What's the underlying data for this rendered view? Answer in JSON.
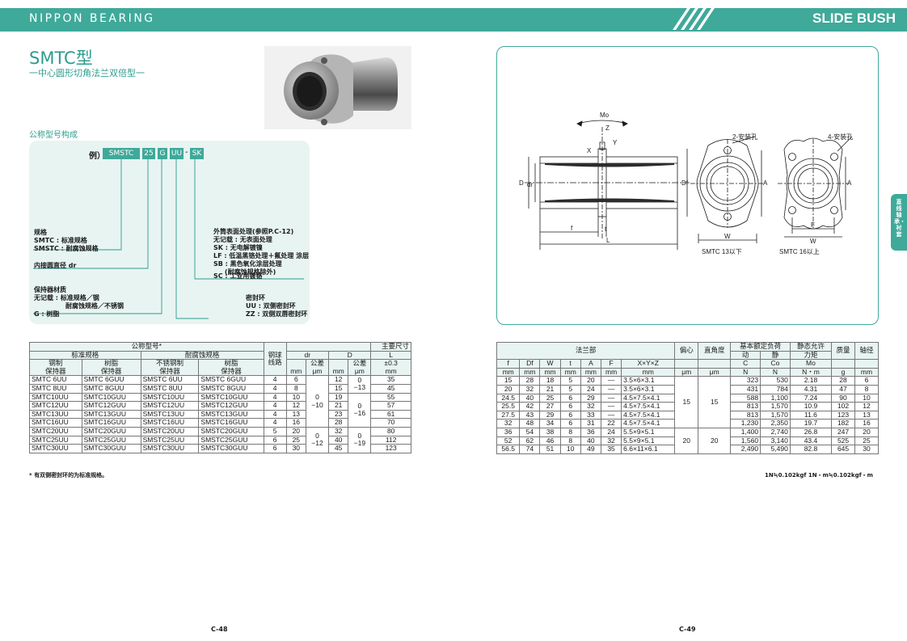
{
  "header": {
    "brand": "NIPPON BEARING",
    "category": "SLIDE BUSH"
  },
  "product": {
    "title": "SMTC型",
    "subtitle": "一中心圆形切角法兰双倍型一"
  },
  "designation": {
    "section_label": "公称型号构成",
    "example_label": "例）",
    "codes": [
      "SMSTC",
      "25",
      "G",
      "UU",
      "SK"
    ],
    "dash": "-",
    "spec_lines": [
      "规格",
      "SMTC : 标准规格",
      "SMSTC : 耐腐蚀规格"
    ],
    "inner_dia": "内接圆直径 dr",
    "retainer_lines": [
      "保持器材质",
      "无记载 : 标准规格／钢",
      "              耐腐蚀规格／不锈钢",
      "G : 树脂"
    ],
    "surface_lines": [
      "外筒表面处理(参照P.C-12)",
      "无记载 : 无表面处理",
      "SK : 无电解镀镍",
      "LF : 低温黑铬处理＋氟处理 涂层",
      "SB : 黑色氧化涂层处理",
      "     (耐腐蚀规格除外)"
    ],
    "sc_line": "SC : 工业用镀铬",
    "seal_lines": [
      "密封环",
      "UU : 双侧密封环",
      "ZZ : 双侧双唇密封环"
    ]
  },
  "drawing": {
    "mo": "Mo",
    "z": "Z",
    "x": "X",
    "y": "Y",
    "d": "D",
    "dr": "dr",
    "df": "Df",
    "f": "f",
    "t": "t",
    "l": "L",
    "a": "A",
    "w": "W",
    "ff": "F",
    "hole2": "2-安装孔",
    "hole4": "4-安装孔",
    "caption13": "SMTC 13以下",
    "caption16": "SMTC 16以上"
  },
  "side_tab": "直线轴承・衬套",
  "left_table": {
    "head": {
      "model": "公称型号*",
      "std": "标准规格",
      "corr": "耐腐蚀规格",
      "steel": "钢制",
      "resin": "树脂",
      "stainless": "不锈钢制",
      "resin2": "树脂",
      "retainer": "保持器",
      "balls": "钢球",
      "rows": "线路",
      "dr": "dr",
      "dd": "D",
      "tol": "公差",
      "main": "主要尺寸",
      "l": "L",
      "ltol": "±0.3",
      "mm": "mm",
      "um": "μm"
    },
    "rows": [
      {
        "a": "SMTC  6UU",
        "b": "SMTC  6GUU",
        "c": "SMSTC  6UU",
        "d": "SMSTC  6GUU",
        "n": "4",
        "dr": "6",
        "D": "12",
        "L": "35"
      },
      {
        "a": "SMTC  8UU",
        "b": "SMTC  8GUU",
        "c": "SMSTC  8UU",
        "d": "SMSTC  8GUU",
        "n": "4",
        "dr": "8",
        "D": "15",
        "L": "45"
      },
      {
        "a": "SMTC10UU",
        "b": "SMTC10GUU",
        "c": "SMSTC10UU",
        "d": "SMSTC10GUU",
        "n": "4",
        "dr": "10",
        "D": "19",
        "L": "55"
      },
      {
        "a": "SMTC12UU",
        "b": "SMTC12GUU",
        "c": "SMSTC12UU",
        "d": "SMSTC12GUU",
        "n": "4",
        "dr": "12",
        "D": "21",
        "L": "57"
      },
      {
        "a": "SMTC13UU",
        "b": "SMTC13GUU",
        "c": "SMSTC13UU",
        "d": "SMSTC13GUU",
        "n": "4",
        "dr": "13",
        "D": "23",
        "L": "61"
      },
      {
        "a": "SMTC16UU",
        "b": "SMTC16GUU",
        "c": "SMSTC16UU",
        "d": "SMSTC16GUU",
        "n": "4",
        "dr": "16",
        "D": "28",
        "L": "70"
      },
      {
        "a": "SMTC20UU",
        "b": "SMTC20GUU",
        "c": "SMSTC20UU",
        "d": "SMSTC20GUU",
        "n": "5",
        "dr": "20",
        "D": "32",
        "L": "80"
      },
      {
        "a": "SMTC25UU",
        "b": "SMTC25GUU",
        "c": "SMSTC25UU",
        "d": "SMSTC25GUU",
        "n": "6",
        "dr": "25",
        "D": "40",
        "L": "112"
      },
      {
        "a": "SMTC30UU",
        "b": "SMTC30GUU",
        "c": "SMSTC30UU",
        "d": "SMSTC30GUU",
        "n": "6",
        "dr": "30",
        "D": "45",
        "L": "123"
      }
    ],
    "tol_dr_1": [
      "0",
      "−10"
    ],
    "tol_dr_2": [
      "0",
      "−12"
    ],
    "tol_D_1": [
      "0",
      "−13"
    ],
    "tol_D_2": [
      "0",
      "−16"
    ],
    "tol_D_3": [
      "0",
      "−19"
    ],
    "footnote": "* 有双侧密封环的为标准规格。"
  },
  "right_table": {
    "head": {
      "flange": "法兰部",
      "f": "f",
      "df": "Df",
      "w": "W",
      "t": "t",
      "a": "A",
      "ff": "F",
      "xyz": "X×Y×Z",
      "ecc": "偏心",
      "perp": "直角度",
      "load": "基本额定负荷",
      "dyn": "动",
      "stat": "静",
      "c": "C",
      "co": "Co",
      "moment": "静态允许",
      "moment2": "力矩",
      "mo": "Mo",
      "mass": "质量",
      "g": "g",
      "shaft": "轴径",
      "mm": "mm",
      "um": "μm",
      "n": "N",
      "nm": "N・m"
    },
    "rows": [
      {
        "f": "15",
        "df": "28",
        "w": "18",
        "t": "5",
        "a": "20",
        "ff": "—",
        "xyz": "3.5×6×3.1",
        "c": "323",
        "co": "530",
        "mo": "2.18",
        "g": "28",
        "s": "6"
      },
      {
        "f": "20",
        "df": "32",
        "w": "21",
        "t": "5",
        "a": "24",
        "ff": "—",
        "xyz": "3.5×6×3.1",
        "c": "431",
        "co": "784",
        "mo": "4.31",
        "g": "47",
        "s": "8"
      },
      {
        "f": "24.5",
        "df": "40",
        "w": "25",
        "t": "6",
        "a": "29",
        "ff": "—",
        "xyz": "4.5×7.5×4.1",
        "c": "588",
        "co": "1,100",
        "mo": "7.24",
        "g": "90",
        "s": "10"
      },
      {
        "f": "25.5",
        "df": "42",
        "w": "27",
        "t": "6",
        "a": "32",
        "ff": "—",
        "xyz": "4.5×7.5×4.1",
        "c": "813",
        "co": "1,570",
        "mo": "10.9",
        "g": "102",
        "s": "12"
      },
      {
        "f": "27.5",
        "df": "43",
        "w": "29",
        "t": "6",
        "a": "33",
        "ff": "—",
        "xyz": "4.5×7.5×4.1",
        "c": "813",
        "co": "1,570",
        "mo": "11.6",
        "g": "123",
        "s": "13"
      },
      {
        "f": "32",
        "df": "48",
        "w": "34",
        "t": "6",
        "a": "31",
        "ff": "22",
        "xyz": "4.5×7.5×4.1",
        "c": "1,230",
        "co": "2,350",
        "mo": "19.7",
        "g": "182",
        "s": "16"
      },
      {
        "f": "36",
        "df": "54",
        "w": "38",
        "t": "8",
        "a": "36",
        "ff": "24",
        "xyz": "5.5×9×5.1",
        "c": "1,400",
        "co": "2,740",
        "mo": "26.8",
        "g": "247",
        "s": "20"
      },
      {
        "f": "52",
        "df": "62",
        "w": "46",
        "t": "8",
        "a": "40",
        "ff": "32",
        "xyz": "5.5×9×5.1",
        "c": "1,560",
        "co": "3,140",
        "mo": "43.4",
        "g": "525",
        "s": "25"
      },
      {
        "f": "56.5",
        "df": "74",
        "w": "51",
        "t": "10",
        "a": "49",
        "ff": "35",
        "xyz": "6.6×11×6.1",
        "c": "2,490",
        "co": "5,490",
        "mo": "82.8",
        "g": "645",
        "s": "30"
      }
    ],
    "ecc_1": "15",
    "perp_1": "15",
    "ecc_2": "20",
    "perp_2": "20",
    "footnote": "1N≒0.102kgf   1N・m≒0.102kgf・m"
  },
  "pages": {
    "left": "C-48",
    "right": "C-49"
  }
}
